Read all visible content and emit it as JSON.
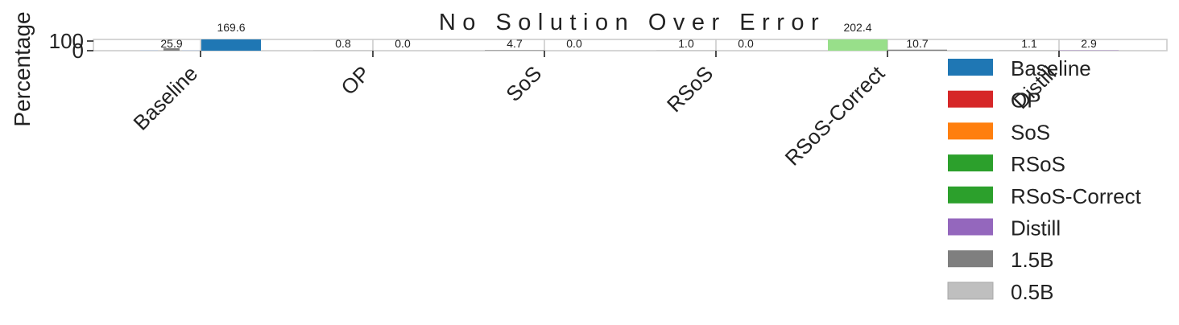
{
  "chart_data": {
    "type": "bar",
    "title": "No Solution Over Error",
    "xlabel": "",
    "ylabel": "Percentage",
    "yticks": [
      "0",
      "100"
    ],
    "ylim": [
      0,
      110
    ],
    "categories": [
      "Baseline",
      "OP",
      "SoS",
      "RSoS",
      "RSoS-Correct",
      "Distill"
    ],
    "grid": true,
    "legend_position": "lower-right",
    "bar_groups": [
      {
        "category": "Baseline",
        "bars": [
          {
            "value": 3.5,
            "color": "#aec7e8",
            "label": ""
          },
          {
            "value": 25.9,
            "color": "#7f7f7f",
            "label": "25.9"
          },
          {
            "value": 3.5,
            "color": "#aec7e8",
            "label": ""
          },
          {
            "value": 169.6,
            "color": "#1f77b4",
            "label": "169.6"
          }
        ]
      },
      {
        "category": "OP",
        "bars": [
          {
            "value": 0.8,
            "color": "#7f7f7f",
            "label": "0.8"
          },
          {
            "value": 0.0,
            "color": "#d62728",
            "label": "0.0"
          }
        ]
      },
      {
        "category": "SoS",
        "bars": [
          {
            "value": 4.7,
            "color": "#7f7f7f",
            "label": "4.7"
          },
          {
            "value": 0.0,
            "color": "#ff7f0e",
            "label": "0.0"
          }
        ]
      },
      {
        "category": "RSoS",
        "bars": [
          {
            "value": 1.0,
            "color": "#7f7f7f",
            "label": "1.0"
          },
          {
            "value": 0.0,
            "color": "#2ca02c",
            "label": "0.0"
          }
        ]
      },
      {
        "category": "RSoS-Correct",
        "bars": [
          {
            "value": 202.4,
            "color": "#98df8a",
            "label": "202.4"
          },
          {
            "value": 10.7,
            "color": "#7f7f7f",
            "label": "10.7"
          }
        ]
      },
      {
        "category": "Distill",
        "bars": [
          {
            "value": 1.1,
            "color": "#7f7f7f",
            "label": "1.1"
          },
          {
            "value": 2.9,
            "color": "#9467bd",
            "label": "2.9"
          }
        ]
      }
    ],
    "legend": [
      {
        "label": "Baseline",
        "color": "#1f77b4"
      },
      {
        "label": "OP",
        "color": "#d62728"
      },
      {
        "label": "SoS",
        "color": "#ff7f0e"
      },
      {
        "label": "RSoS",
        "color": "#2ca02c"
      },
      {
        "label": "RSoS-Correct",
        "color": "#2ca02c"
      },
      {
        "label": "Distill",
        "color": "#9467bd"
      },
      {
        "label": "1.5B",
        "color": "#7f7f7f"
      },
      {
        "label": "0.5B",
        "color": "#bfbfbf"
      }
    ]
  }
}
